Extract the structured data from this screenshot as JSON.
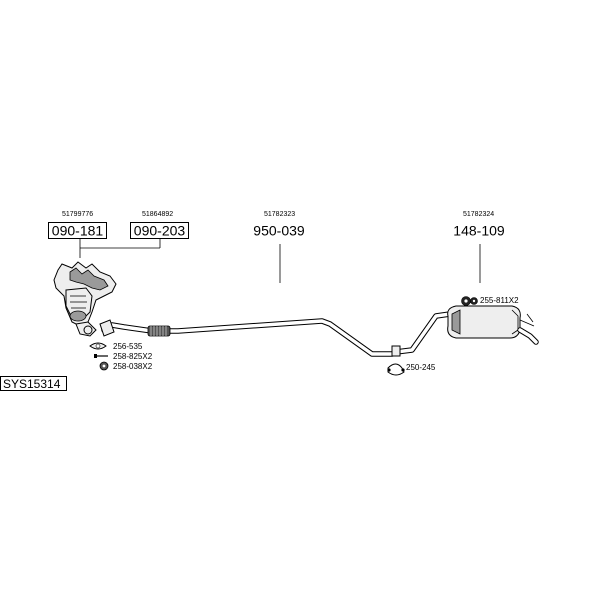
{
  "system_code": "SYS15314",
  "parts": {
    "manifold_a": {
      "oem": "51799776",
      "number": "090-181"
    },
    "manifold_b": {
      "oem": "51864892",
      "number": "090-203"
    },
    "mid_pipe": {
      "oem": "51782323",
      "number": "950-039"
    },
    "rear_box": {
      "oem": "51782324",
      "number": "148-109"
    }
  },
  "fittings": {
    "gasket": "256-535",
    "bolt": "258-825X2",
    "nut": "258-038X2",
    "clamp": "250-245",
    "rubber_mount": "255-811X2"
  },
  "icons": [
    "catalytic-manifold-icon",
    "flex-pipe-icon",
    "rear-silencer-icon",
    "gasket-icon",
    "bolt-icon",
    "nut-icon",
    "clamp-icon",
    "rubber-mount-icon"
  ]
}
